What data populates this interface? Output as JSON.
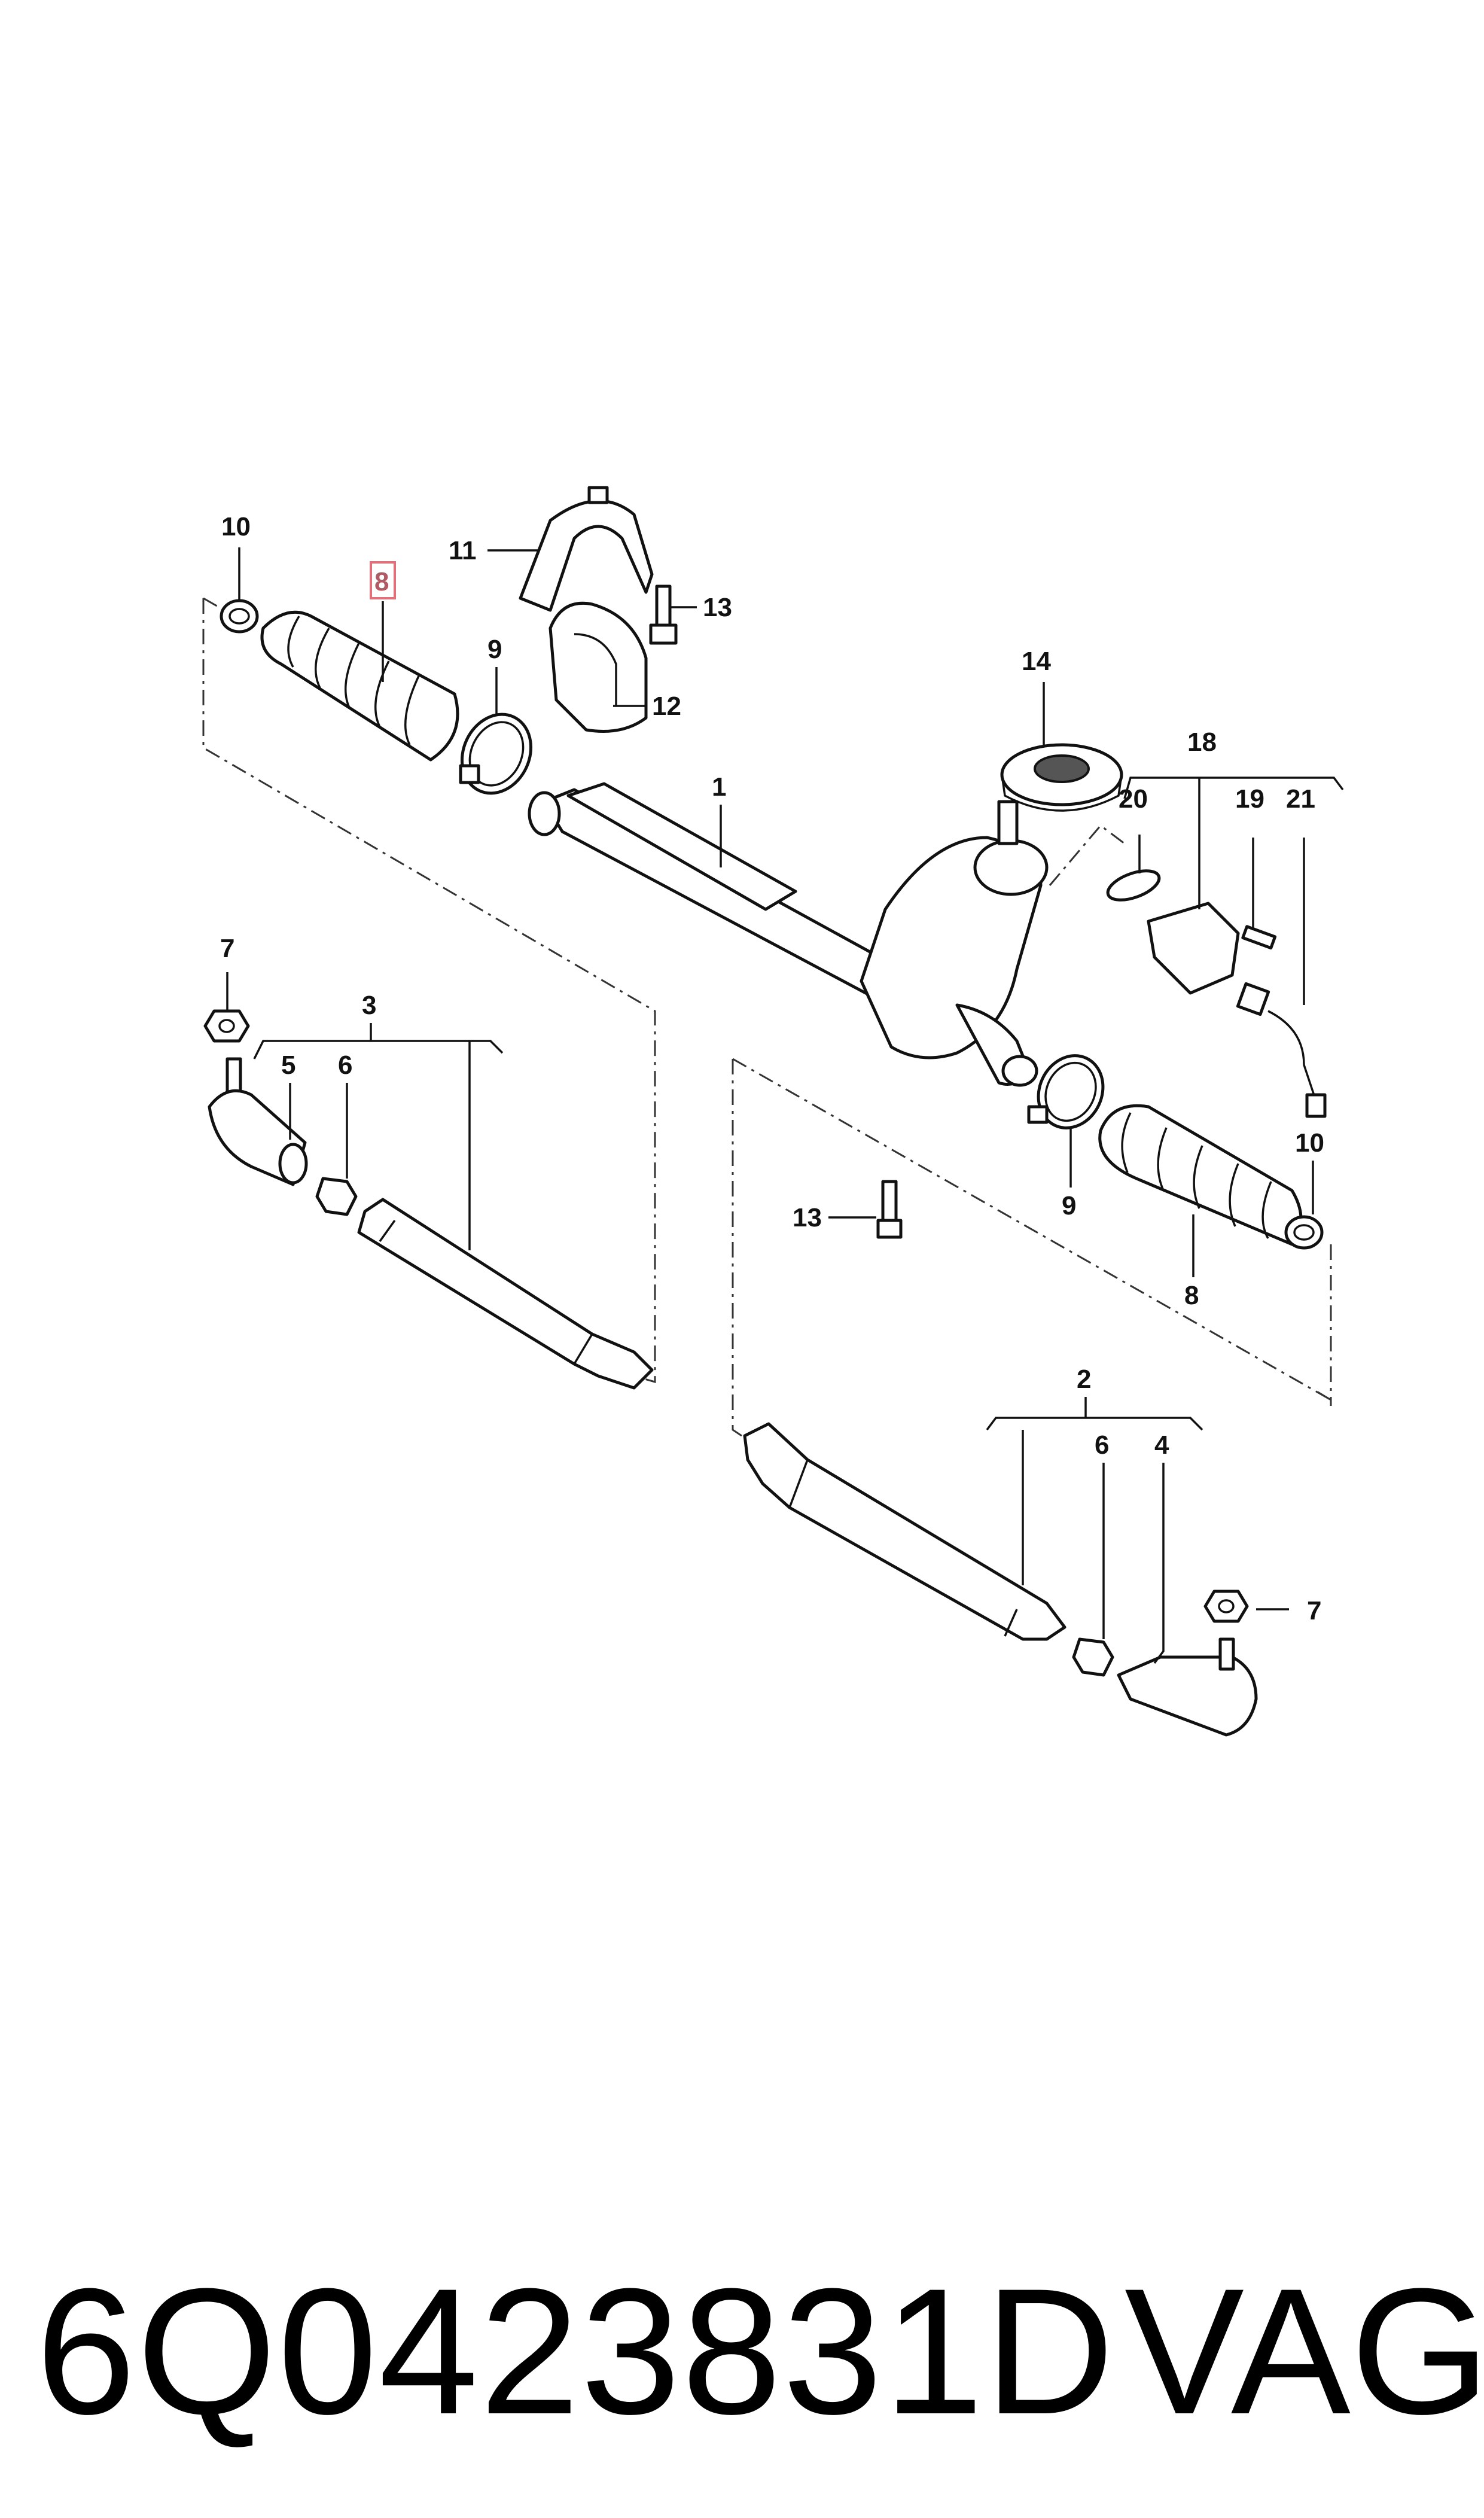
{
  "callouts": {
    "c1": "1",
    "c2": "2",
    "c3": "3",
    "c4": "4",
    "c5": "5",
    "c6a": "6",
    "c6b": "6",
    "c7a": "7",
    "c7b": "7",
    "c8a": "8",
    "c8b": "8",
    "c9a": "9",
    "c9b": "9",
    "c10a": "10",
    "c10b": "10",
    "c11": "11",
    "c12": "12",
    "c13a": "13",
    "c13b": "13",
    "c14": "14",
    "c18": "18",
    "c19": "19",
    "c20": "20",
    "c21": "21"
  },
  "highlight_color": "#e0707a",
  "footer": {
    "part_number": "6Q0423831D",
    "brand": "VAG"
  }
}
